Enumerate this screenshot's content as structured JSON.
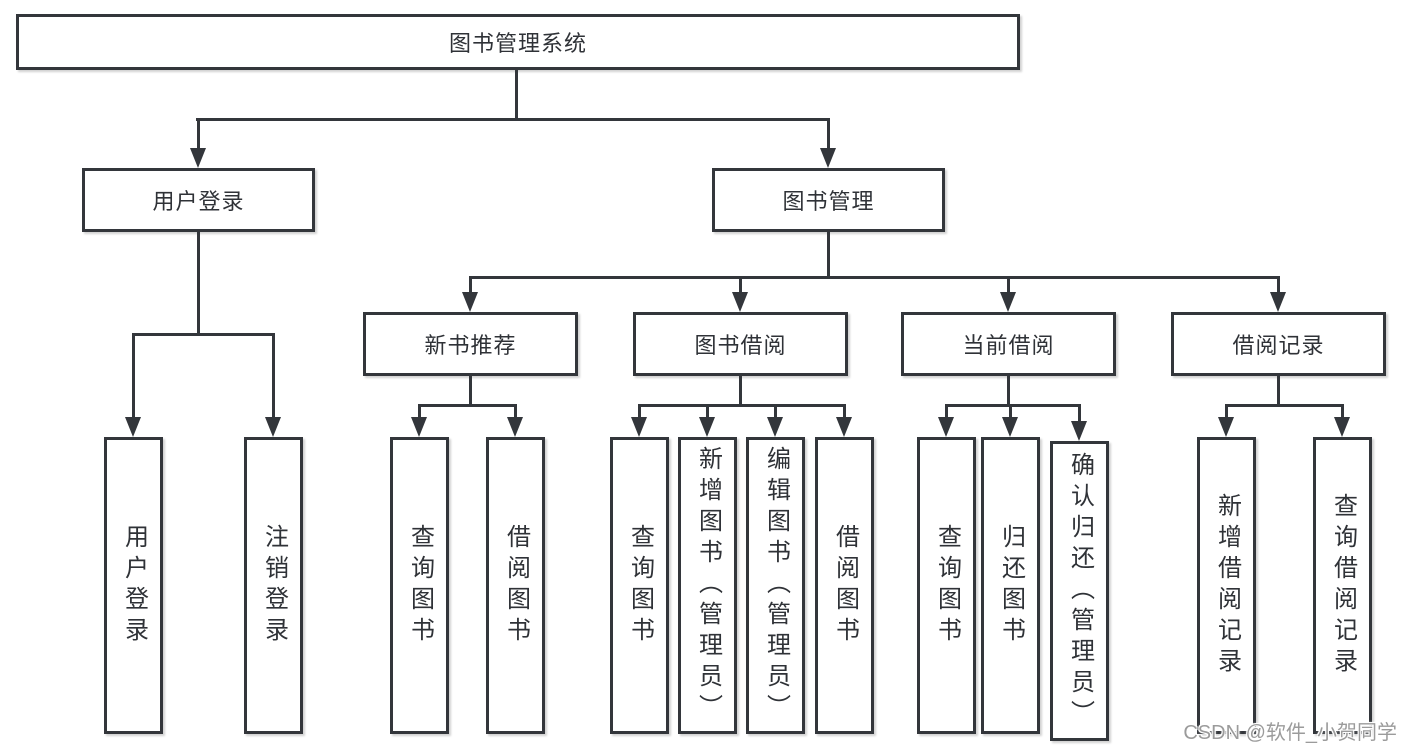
{
  "tree": {
    "label": "图书管理系统",
    "children": [
      {
        "label": "用户登录",
        "children": [
          {
            "label": "用户登录"
          },
          {
            "label": "注销登录"
          }
        ]
      },
      {
        "label": "图书管理",
        "children": [
          {
            "label": "新书推荐",
            "children": [
              {
                "label": "查询图书"
              },
              {
                "label": "借阅图书"
              }
            ]
          },
          {
            "label": "图书借阅",
            "children": [
              {
                "label": "查询图书"
              },
              {
                "label": "新增图书（管理员）"
              },
              {
                "label": "编辑图书（管理员）"
              },
              {
                "label": "借阅图书"
              }
            ]
          },
          {
            "label": "当前借阅",
            "children": [
              {
                "label": "查询图书"
              },
              {
                "label": "归还图书"
              },
              {
                "label": "确认归还（管理员）"
              }
            ]
          },
          {
            "label": "借阅记录",
            "children": [
              {
                "label": "新增借阅记录"
              },
              {
                "label": "查询借阅记录"
              }
            ]
          }
        ]
      }
    ]
  },
  "watermark": {
    "text": "CSDN @软件_小贺同学"
  },
  "colors": {
    "line": "#33363b",
    "text": "#2f3237",
    "watermark": "#9b9b9b",
    "background": "#ffffff"
  }
}
